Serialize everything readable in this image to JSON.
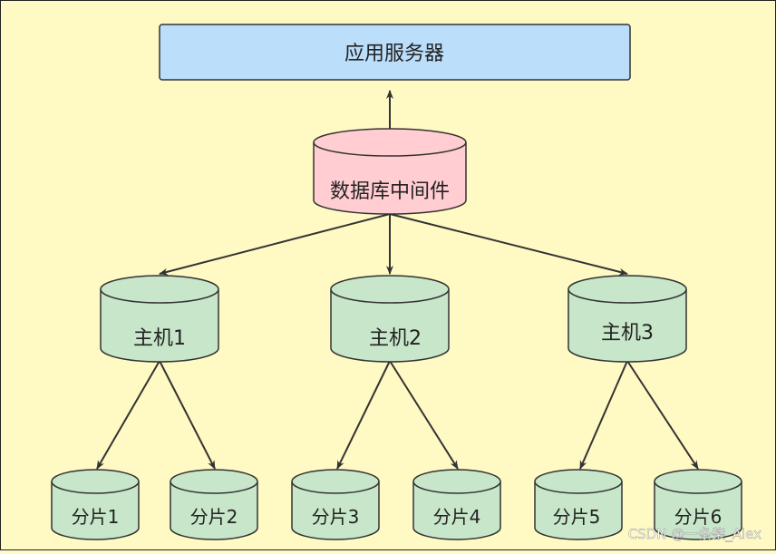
{
  "app_server": {
    "label": "应用服务器",
    "fill": "#bbdefb"
  },
  "middleware": {
    "label": "数据库中间件",
    "fill": "#ffcdd2"
  },
  "hosts": [
    {
      "label": "主机1"
    },
    {
      "label": "主机2"
    },
    {
      "label": "主机3"
    }
  ],
  "shards": [
    {
      "label": "分片1"
    },
    {
      "label": "分片2"
    },
    {
      "label": "分片3"
    },
    {
      "label": "分片4"
    },
    {
      "label": "分片5"
    },
    {
      "label": "分片6"
    }
  ],
  "node_fill": "#c8e6c9",
  "stroke": "#333333",
  "watermark": "CSDN @一条柴_Alex"
}
